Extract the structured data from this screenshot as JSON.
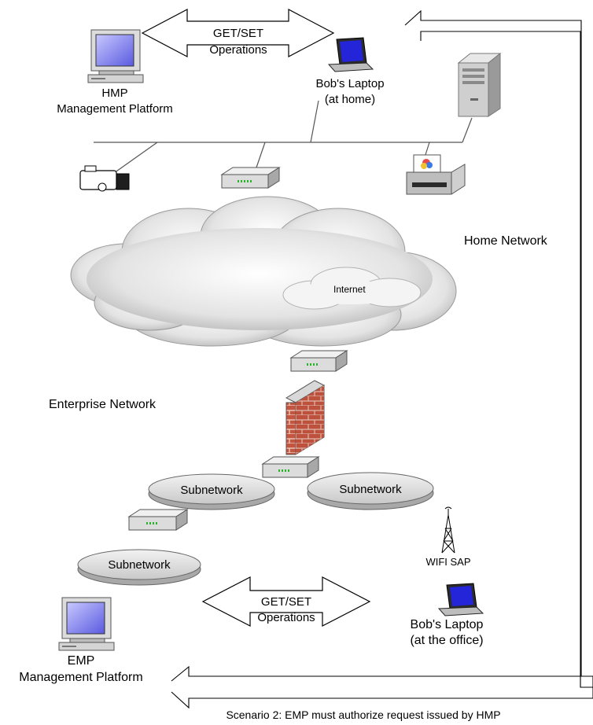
{
  "home": {
    "ops_line1": "GET/SET",
    "ops_line2": "Operations",
    "hmp_line1": "HMP",
    "hmp_line2": "Management Platform",
    "laptop_line1": "Bob's Laptop",
    "laptop_line2": "(at home)",
    "network_label": "Home Network"
  },
  "internet_label": "Internet",
  "enterprise": {
    "network_label": "Enterprise Network",
    "subnet_1": "Subnetwork",
    "subnet_2": "Subnetwork",
    "subnet_3": "Subnetwork",
    "wifi_label": "WIFI SAP",
    "ops_line1": "GET/SET",
    "ops_line2": "Operations",
    "laptop_line1": "Bob's Laptop",
    "laptop_line2": "(at the office)",
    "emp_line1": "EMP",
    "emp_line2": "Management Platform"
  },
  "caption": "Scenario 2: EMP must authorize request issued by HMP"
}
